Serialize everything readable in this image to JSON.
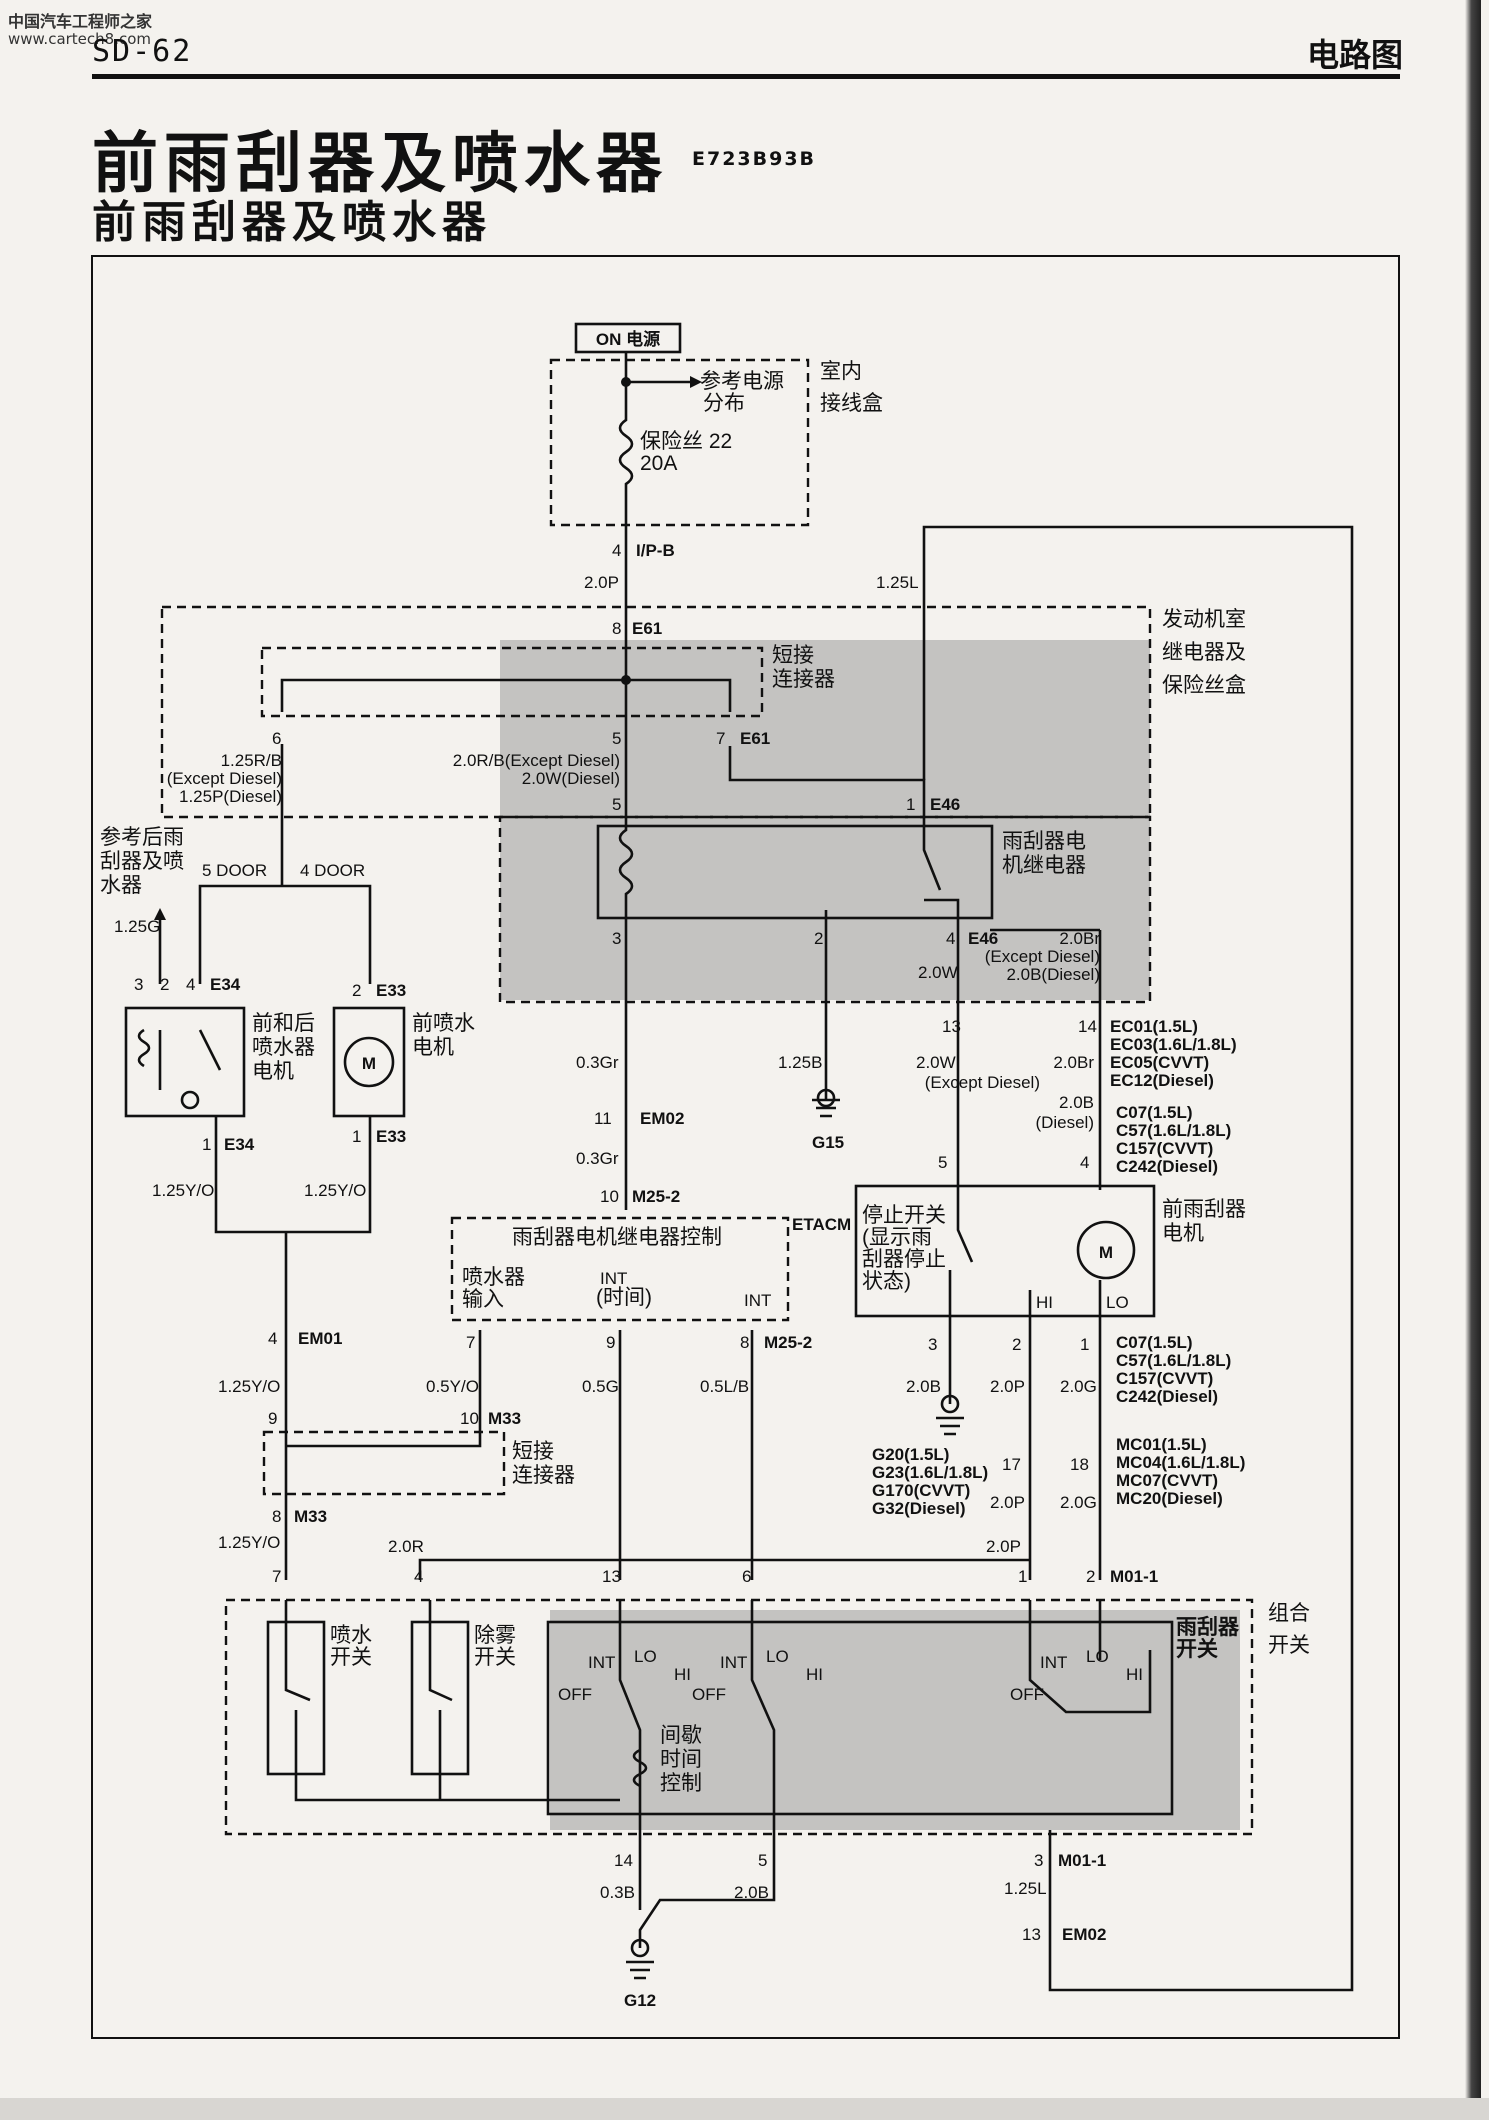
{
  "header": {
    "watermark_cn": "中国汽车工程师之家",
    "watermark_url": "www.cartech8.com",
    "page_number": "SD-62",
    "section": "电路图",
    "title": "前雨刮器及喷水器",
    "subtitle": "前雨刮器及喷水器",
    "code": "E723B93B"
  },
  "power": {
    "label": "ON 电源",
    "box": "室内",
    "box2": "接线盒",
    "ref": "参考电源",
    "ref2": "分布",
    "fuse": "保险丝 22",
    "fuse_rating": "20A"
  },
  "relay_box": {
    "l1": "发动机室",
    "l2": "继电器及",
    "l3": "保险丝盒"
  },
  "joint": {
    "l1": "短接",
    "l2": "连接器"
  },
  "relay": {
    "l1": "雨刮器电",
    "l2": "机继电器"
  },
  "rear_ref": {
    "l1": "参考后雨",
    "l2": "刮器及喷",
    "l3": "水器",
    "door5": "5 DOOR",
    "door4": "4 DOOR",
    "wire": "1.25G"
  },
  "washer_motor": {
    "l1": "前和后",
    "l2": "喷水器",
    "l3": "电机",
    "conn": "E34"
  },
  "front_washer": {
    "l1": "前喷水",
    "l2": "电机",
    "conn": "E33"
  },
  "etacm": {
    "name": "ETACM",
    "title": "雨刮器电机继电器控制",
    "washer_in1": "喷水器",
    "washer_in2": "输入",
    "int1": "INT",
    "int2": "(时间)",
    "int3": "INT"
  },
  "motor": {
    "l1": "前雨刮器",
    "l2": "电机",
    "stop1": "停止开关",
    "stop2": "(显示雨",
    "stop3": "刮器停止",
    "stop4": "状态)",
    "hi": "HI",
    "lo": "LO",
    "m": "M"
  },
  "combo": {
    "l1": "组合",
    "l2": "开关",
    "washer1": "喷水",
    "washer2": "开关",
    "defog1": "除雾",
    "defog2": "开关",
    "wiper1": "雨刮器",
    "wiper2": "开关",
    "int": "INT",
    "lo": "LO",
    "hi": "HI",
    "off": "OFF",
    "ic1": "间歇",
    "ic2": "时间",
    "ic3": "控制"
  },
  "connectors": {
    "ipb": "I/P-B",
    "e61": "E61",
    "e46": "E46",
    "em02": "EM02",
    "m252": "M25-2",
    "em01": "EM01",
    "m33": "M33",
    "m011": "M01-1",
    "g15": "G15",
    "g12": "G12",
    "ec": [
      "EC01(1.5L)",
      "EC03(1.6L/1.8L)",
      "EC05(CVVT)",
      "EC12(Diesel)"
    ],
    "c_top": [
      "C07(1.5L)",
      "C57(1.6L/1.8L)",
      "C157(CVVT)",
      "C242(Diesel)"
    ],
    "c_bot": [
      "C07(1.5L)",
      "C57(1.6L/1.8L)",
      "C157(CVVT)",
      "C242(Diesel)"
    ],
    "g": [
      "G20(1.5L)",
      "G23(1.6L/1.8L)",
      "G170(CVVT)",
      "G32(Diesel)"
    ],
    "mc": [
      "MC01(1.5L)",
      "MC04(1.6L/1.8L)",
      "MC07(CVVT)",
      "MC20(Diesel)"
    ]
  },
  "wires": {
    "w20p": "2.0P",
    "w125l": "1.25L",
    "w125rb": "1.25R/B",
    "w_ex_d": "(Except Diesel)",
    "w125p": "1.25P(Diesel)",
    "w20rb": "2.0R/B(Except Diesel)",
    "w20w_d": "2.0W(Diesel)",
    "w20br": "2.0Br",
    "w_ex_d2": "(Except Diesel)",
    "w20b_d": "2.0B(Diesel)",
    "w20w": "2.0W",
    "w03gr": "0.3Gr",
    "w125b": "1.25B",
    "w20br2": "2.0Br",
    "w20b": "2.0B",
    "w_diesel": "(Diesel)",
    "w125yo": "1.25Y/O",
    "w05yo": "0.5Y/O",
    "w05g": "0.5G",
    "w05lb": "0.5L/B",
    "w20g": "2.0G",
    "w20r": "2.0R",
    "w03b": "0.3B",
    "w125l2": "1.25L"
  },
  "pins": {
    "p4": "4",
    "p8": "8",
    "p6": "6",
    "p5": "5",
    "p7": "7",
    "p1": "1",
    "p3": "3",
    "p2": "2",
    "p13": "13",
    "p14": "14",
    "p11": "11",
    "p10": "10",
    "p9": "9",
    "p17": "17",
    "p18": "18"
  }
}
